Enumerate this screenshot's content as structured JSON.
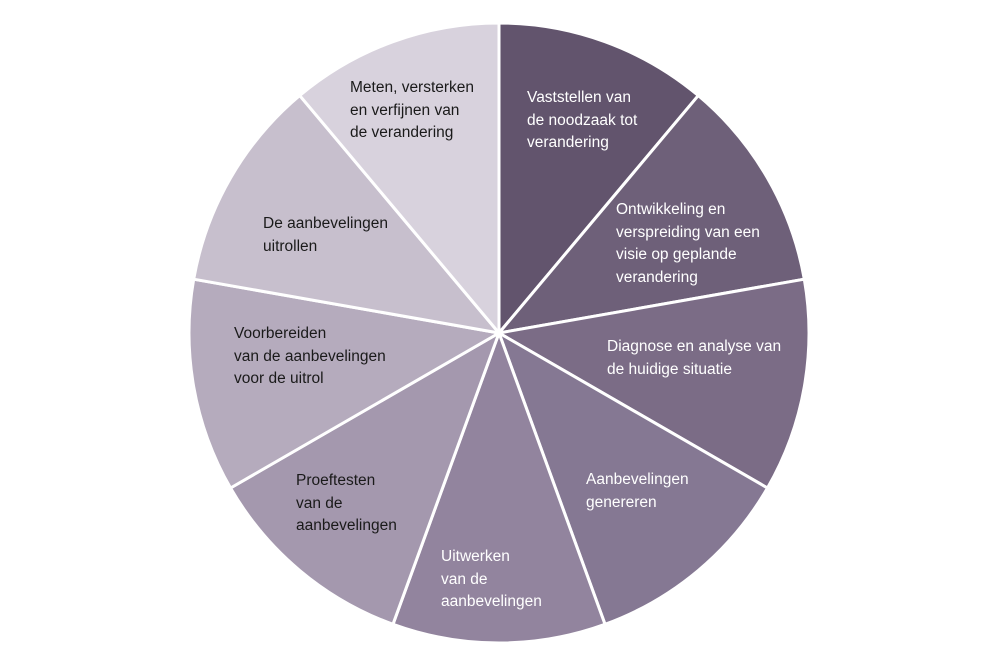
{
  "diagram": {
    "type": "cycle-wheel",
    "segments": [
      {
        "label": "Vaststellen van\nde noodzaak tot\nverandering",
        "color": "#62546d",
        "text_color": "light"
      },
      {
        "label": "Ontwikkeling en\nverspreiding van een\nvisie op geplande\nverandering",
        "color": "#6e6079",
        "text_color": "light"
      },
      {
        "label": "Diagnose en analyse van\nde huidige situatie",
        "color": "#7b6c86",
        "text_color": "light"
      },
      {
        "label": "Aanbevelingen\ngenereren",
        "color": "#857893",
        "text_color": "light"
      },
      {
        "label": "Uitwerken\nvan de\naanbevelingen",
        "color": "#92849e",
        "text_color": "light"
      },
      {
        "label": "Proeftesten\nvan de\naanbevelingen",
        "color": "#a498ae",
        "text_color": "dark"
      },
      {
        "label": "Voorbereiden\nvan de aanbevelingen\nvoor de uitrol",
        "color": "#b5abbd",
        "text_color": "dark"
      },
      {
        "label": "De aanbevelingen\nuitrollen",
        "color": "#c7bfcd",
        "text_color": "dark"
      },
      {
        "label": "Meten, versterken\nen verfijnen van\nde verandering",
        "color": "#d8d2dd",
        "text_color": "dark"
      }
    ]
  }
}
